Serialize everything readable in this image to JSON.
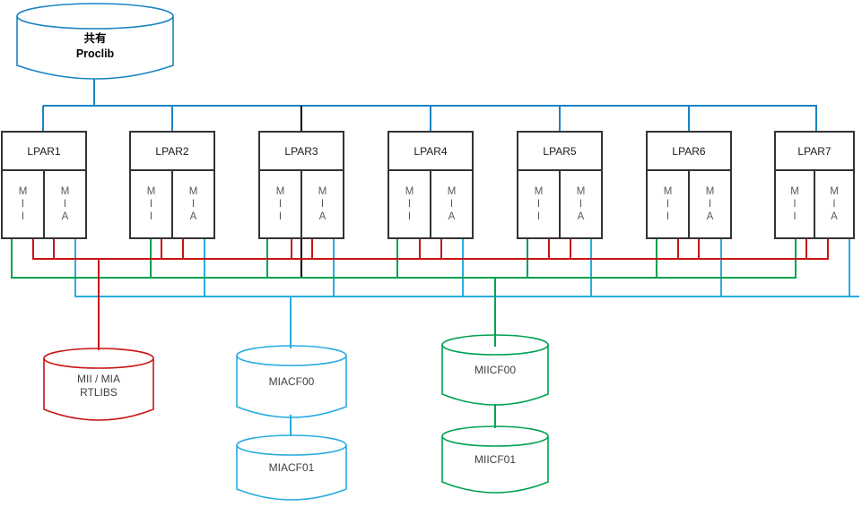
{
  "colors": {
    "blue": "#1b84c5",
    "cyan": "#29abe2",
    "green": "#00a151",
    "red": "#c81414",
    "black": "#000000",
    "box_border": "#333333",
    "sub_text": "#595959",
    "label_text": "#3f3f3f"
  },
  "proclib": {
    "line1": "共有",
    "line2": "Proclib"
  },
  "lpars": [
    {
      "label": "LPAR1"
    },
    {
      "label": "LPAR2"
    },
    {
      "label": "LPAR3"
    },
    {
      "label": "LPAR4"
    },
    {
      "label": "LPAR5"
    },
    {
      "label": "LPAR6"
    },
    {
      "label": "LPAR7"
    }
  ],
  "sub_labels": {
    "left": [
      "M",
      "I",
      "I"
    ],
    "right": [
      "M",
      "I",
      "A"
    ]
  },
  "datastores": {
    "rtlibs": {
      "line1": "MII / MIA",
      "line2": "RTLIBS"
    },
    "miacf00": {
      "label": "MIACF00"
    },
    "miacf01": {
      "label": "MIACF01"
    },
    "miicf00": {
      "label": "MIICF00"
    },
    "miicf01": {
      "label": "MIICF01"
    }
  }
}
